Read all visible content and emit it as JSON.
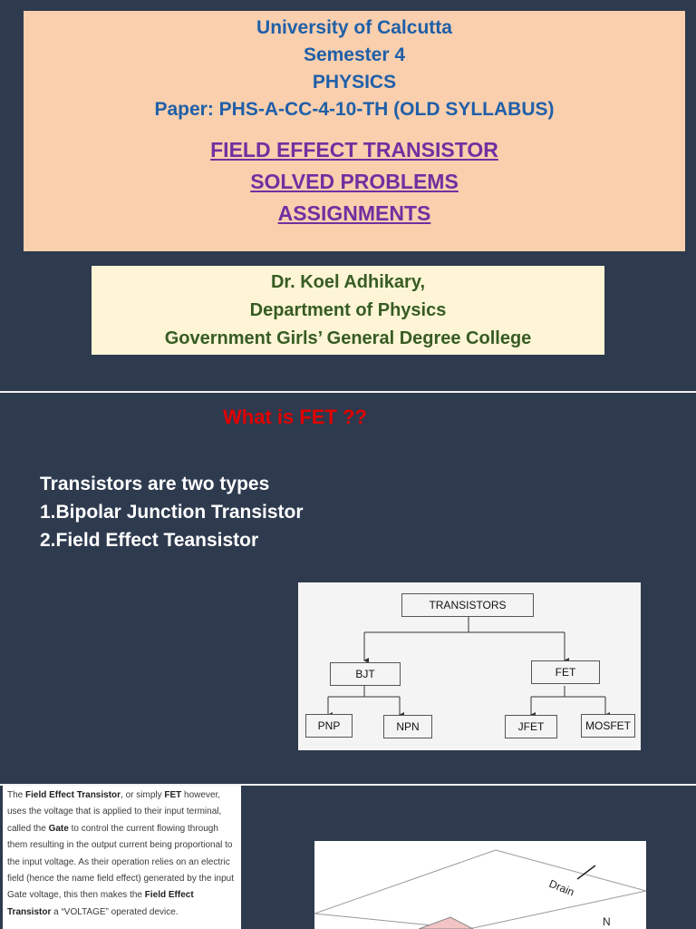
{
  "slide1": {
    "title_lines": [
      "University of Calcutta",
      "Semester 4",
      "PHYSICS",
      "Paper: PHS-A-CC-4-10-TH (OLD SYLLABUS)"
    ],
    "topic_lines": [
      "FIELD EFFECT TRANSISTOR",
      "SOLVED  PROBLEMS",
      "ASSIGNMENTS"
    ],
    "author_lines": [
      "Dr. Koel Adhikary,",
      "Department of Physics",
      "Government Girls’  General Degree College"
    ]
  },
  "slide2": {
    "heading": "What is FET ??",
    "intro": "Transistors are two types",
    "types": [
      "1.Bipolar Junction Transistor",
      "2.Field Effect Teansistor"
    ],
    "diagram": {
      "root": "TRANSISTORS",
      "bjt": "BJT",
      "fet": "FET",
      "pnp": "PNP",
      "npn": "NPN",
      "jfet": "JFET",
      "mosfet": "MOSFET"
    }
  },
  "slide3": {
    "p_the": "The ",
    "p_fet_bold": "Field Effect Transistor",
    "p_or": ", or simply ",
    "p_fet_short": "FET",
    "p_mid": " however, uses the voltage that is applied to their input terminal, called the ",
    "p_gate": "Gate",
    "p_rest": " to control the current flowing through them resulting in the output current being proportional to the input voltage. As their operation relies on an electric field (hence the name field effect) generated by the input Gate voltage, this then makes the ",
    "p_fet_bold2": "Field Effect Transistor",
    "p_end": " a “VOLTAGE” operated device.",
    "drain_label": "Drain",
    "n_label": "N"
  }
}
